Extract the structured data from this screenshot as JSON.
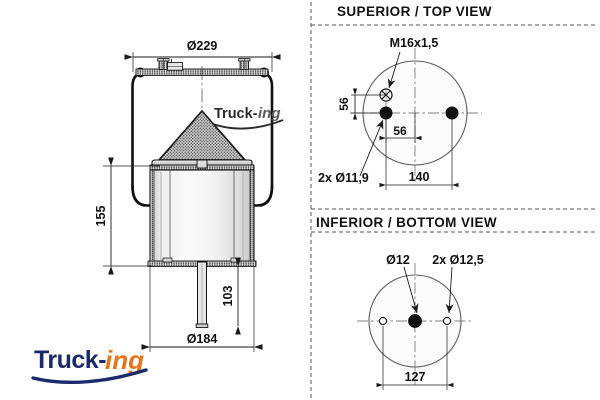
{
  "sheet": {
    "title": "Air spring bellows technical drawing",
    "background": "#ffffff",
    "line_color": "#1a1a1a",
    "fill_light": "#d8d8d8",
    "fill_mid": "#bfbfbf",
    "fill_dark": "#8c8c8c"
  },
  "panels": {
    "top_view": {
      "header": "SUPERIOR / TOP VIEW"
    },
    "bottom_view": {
      "header": "INFERIOR / BOTTOM VIEW"
    }
  },
  "main_view": {
    "dim_diameter_top": "Ø229",
    "dim_height_bellows": "155",
    "dim_height_piston": "103",
    "dim_diameter_piston": "Ø184",
    "watermark_text_1": "Truck-",
    "watermark_text_2": "ing"
  },
  "top_view": {
    "thread_label": "M16x1,5",
    "holes_label": "2x Ø11,9",
    "dim_vertical_offset": "56",
    "dim_horizontal_offset": "56",
    "dim_hole_spacing": "140"
  },
  "bottom_view": {
    "center_hole_label": "Ø12",
    "side_holes_label": "2x Ø12,5",
    "dim_hole_spacing": "127"
  },
  "logo": {
    "text_primary": "Truck-",
    "text_secondary": "ing",
    "color_primary": "#1b2a6b",
    "color_secondary": "#e8741a"
  }
}
